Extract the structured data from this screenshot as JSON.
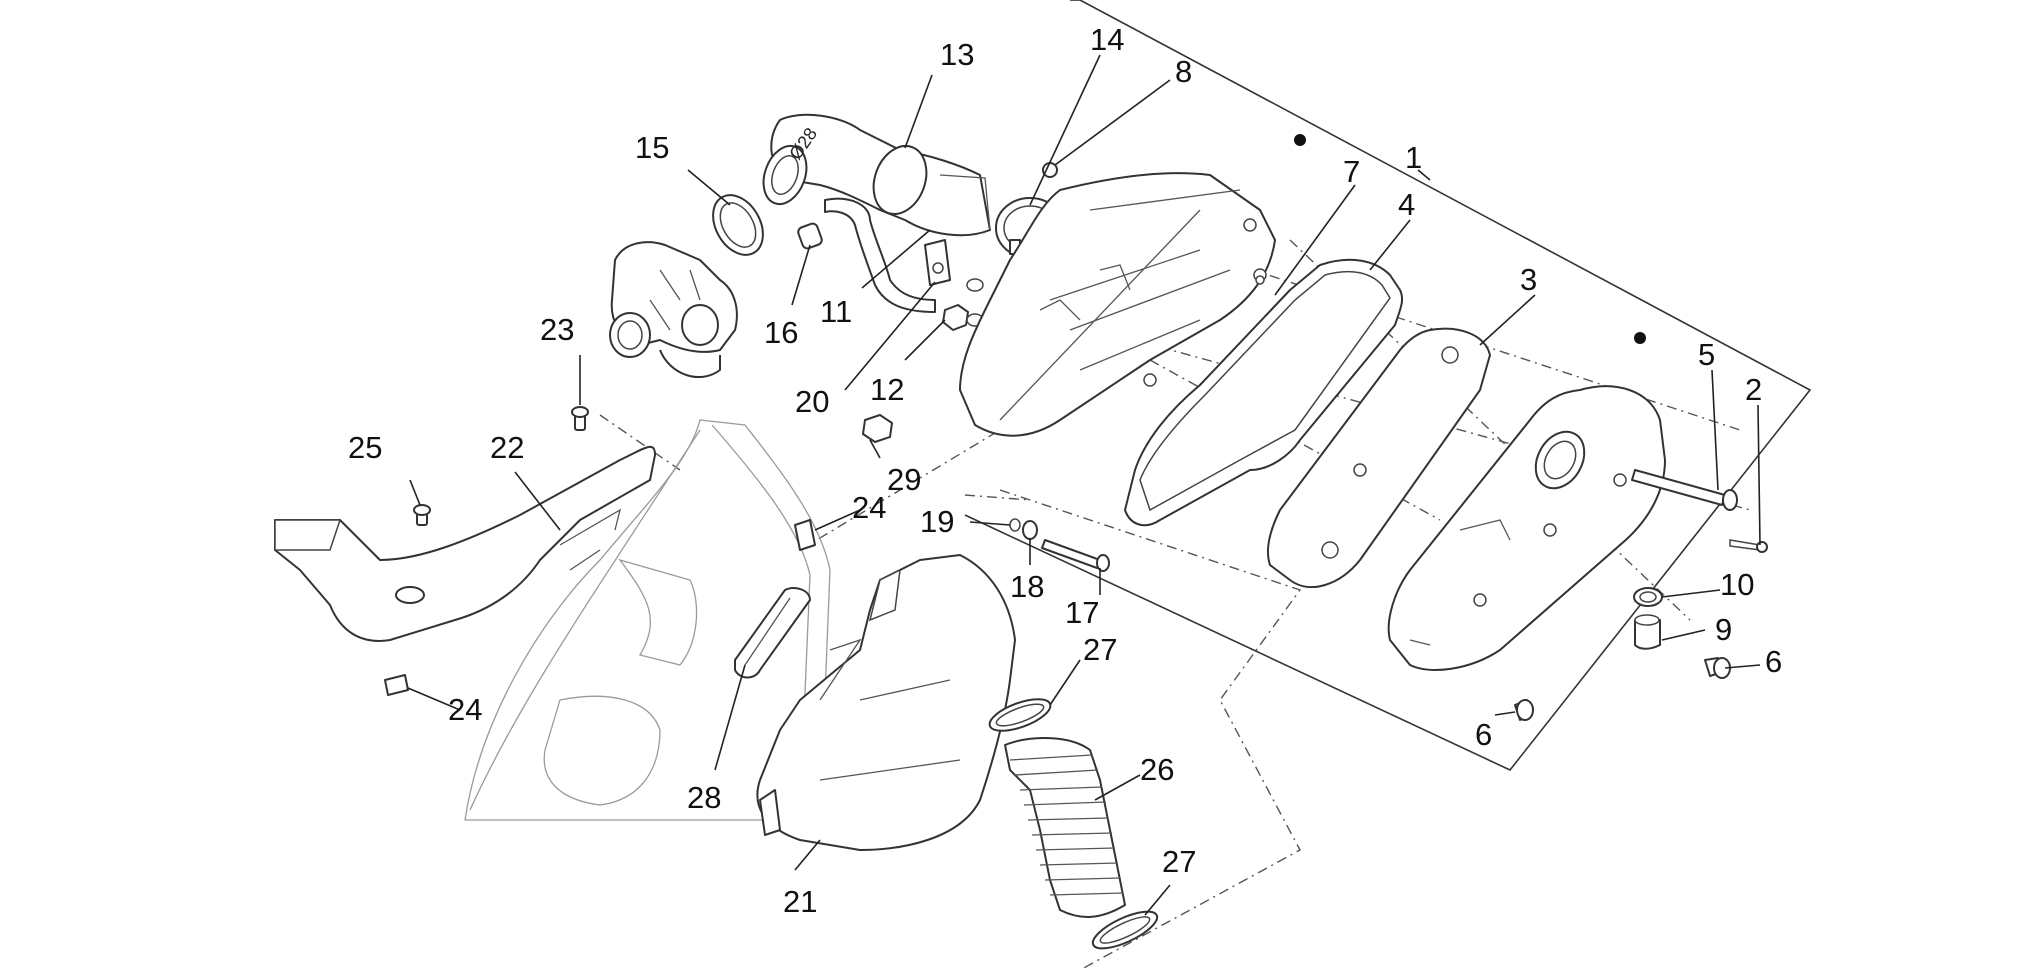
{
  "diagram": {
    "kind": "exploded-parts-diagram",
    "callouts": {
      "c1": "1",
      "c2": "2",
      "c3": "3",
      "c4": "4",
      "c5": "5",
      "c6a": "6",
      "c6b": "6",
      "c7": "7",
      "c8": "8",
      "c9": "9",
      "c10": "10",
      "c11": "11",
      "c12": "12",
      "c13": "13",
      "c14": "14",
      "c15": "15",
      "c16": "16",
      "c17": "17",
      "c18": "18",
      "c19": "19",
      "c20": "20",
      "c21": "21",
      "c22": "22",
      "c23": "23",
      "c24a": "24",
      "c24b": "24",
      "c25": "25",
      "c26": "26",
      "c27a": "27",
      "c27b": "27",
      "c28": "28",
      "c29": "29"
    },
    "duct_marking": "Ø28"
  }
}
